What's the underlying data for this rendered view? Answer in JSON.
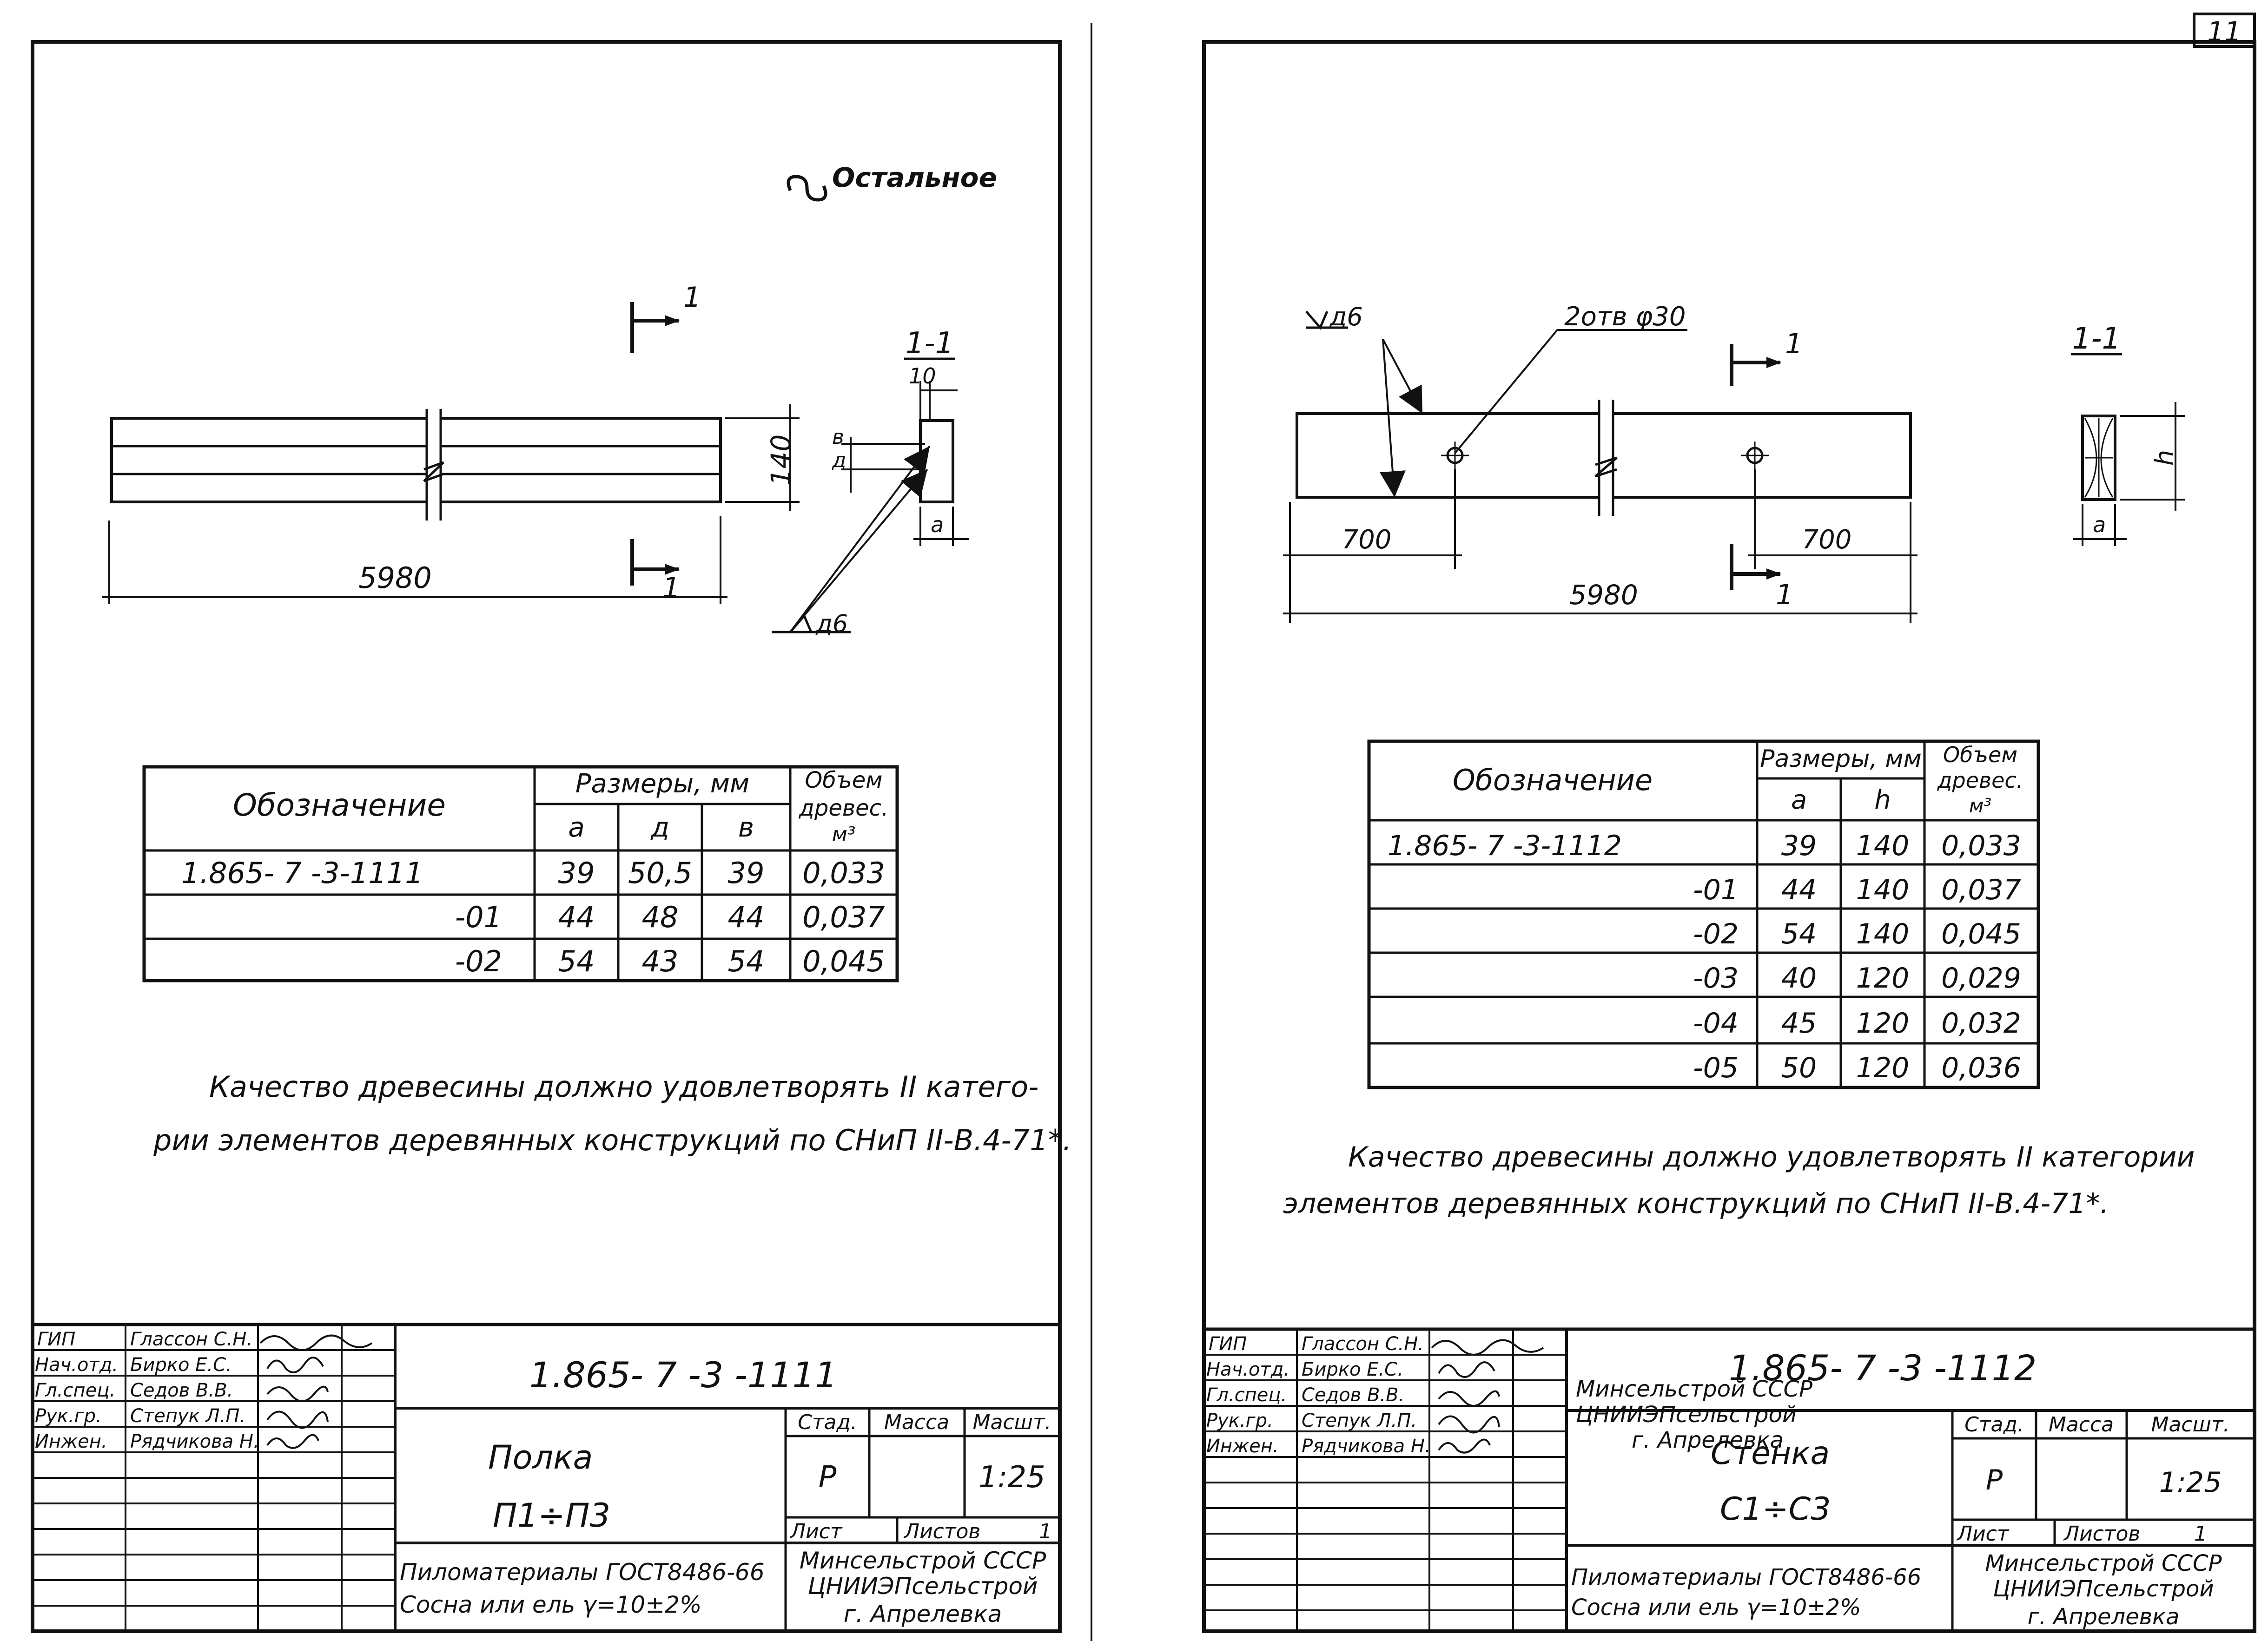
{
  "page_number": "11",
  "left_sheet": {
    "roughness_note": "Остальное",
    "section_label": "1-1",
    "section_mark": "1",
    "dims": {
      "length": "5980",
      "height": "140",
      "d": "д",
      "b": "в",
      "a": "а",
      "ten": "10",
      "weld": "д6"
    },
    "table": {
      "header_designation": "Обозначение",
      "header_sizes": "Размеры, мм",
      "header_volume_1": "Объем",
      "header_volume_2": "древес.",
      "header_volume_3": "м³",
      "sub_a": "а",
      "sub_d": "д",
      "sub_b": "в",
      "rows": [
        {
          "code": "1.865- 7 -3-1111",
          "a": "39",
          "d": "50,5",
          "b": "39",
          "v": "0,033"
        },
        {
          "code": "-01",
          "a": "44",
          "d": "48",
          "b": "44",
          "v": "0,037"
        },
        {
          "code": "-02",
          "a": "54",
          "d": "43",
          "b": "54",
          "v": "0,045"
        }
      ]
    },
    "note_1": "Качество древесины должно удовлетворять II катего-",
    "note_2": "рии элементов деревянных конструкций по СНиП II-В.4-71*.",
    "stamp": {
      "roles": [
        "ГИП",
        "Нач.отд.",
        "Гл.спец.",
        "Рук.гр.",
        "Инжен."
      ],
      "names": [
        "Глассон С.Н.",
        "Бирко Е.С.",
        "Седов В.В.",
        "Степук Л.П.",
        "Рядчикова Н."
      ],
      "code": "1.865- 7 -3 -1111",
      "title_1": "Полка",
      "title_2": "П1÷П3",
      "stage_label": "Стад.",
      "mass_label": "Масса",
      "scale_label": "Масшт.",
      "stage": "Р",
      "scale": "1:25",
      "sheet_label": "Лист",
      "sheets_label": "Листов",
      "sheets": "1",
      "material_1": "Пиломатериалы ГОСТ8486-66",
      "material_2": "Сосна или ель  γ=10±2%",
      "org_1": "Минсельстрой СССР",
      "org_2": "ЦНИИЭПсельстрой",
      "org_3": "г. Апрелевка"
    }
  },
  "right_sheet": {
    "section_label": "1-1",
    "section_mark": "1",
    "holes_label": "2отв φ30",
    "dims": {
      "length": "5980",
      "left_offset": "700",
      "right_offset": "700",
      "h": "h",
      "a": "а",
      "weld": "д6"
    },
    "table": {
      "header_designation": "Обозначение",
      "header_sizes": "Размеры, мм",
      "header_volume_1": "Объем",
      "header_volume_2": "древес.",
      "header_volume_3": "м³",
      "sub_a": "а",
      "sub_h": "h",
      "rows": [
        {
          "code": "1.865- 7 -3-1112",
          "a": "39",
          "h": "140",
          "v": "0,033"
        },
        {
          "code": "-01",
          "a": "44",
          "h": "140",
          "v": "0,037"
        },
        {
          "code": "-02",
          "a": "54",
          "h": "140",
          "v": "0,045"
        },
        {
          "code": "-03",
          "a": "40",
          "h": "120",
          "v": "0,029"
        },
        {
          "code": "-04",
          "a": "45",
          "h": "120",
          "v": "0,032"
        },
        {
          "code": "-05",
          "a": "50",
          "h": "120",
          "v": "0,036"
        }
      ]
    },
    "note_1": "Качество древесины должно удовлетворять II категории",
    "note_2": "элементов деревянных конструкций по СНиП II-В.4-71*.",
    "stamp": {
      "roles": [
        "ГИП",
        "Нач.отд.",
        "Гл.спец.",
        "Рук.гр.",
        "Инжен."
      ],
      "names": [
        "Глассон С.Н.",
        "Бирко Е.С.",
        "Седов В.В.",
        "Степук Л.П.",
        "Рядчикова Н."
      ],
      "code": "1.865- 7 -3 -1112",
      "title_1": "Стенка",
      "title_2": "С1÷С3",
      "stage_label": "Стад.",
      "mass_label": "Масса",
      "scale_label": "Масшт.",
      "stage": "Р",
      "scale": "1:25",
      "sheet_label": "Лист",
      "sheets_label": "Листов",
      "sheets": "1",
      "material_1": "Пиломатериалы ГОСТ8486-66",
      "material_2": "Сосна или ель  γ=10±2%",
      "org_1": "Минсельстрой СССР",
      "org_2": "ЦНИИЭПсельстрой",
      "org_3": "г. Апрелевка"
    }
  }
}
